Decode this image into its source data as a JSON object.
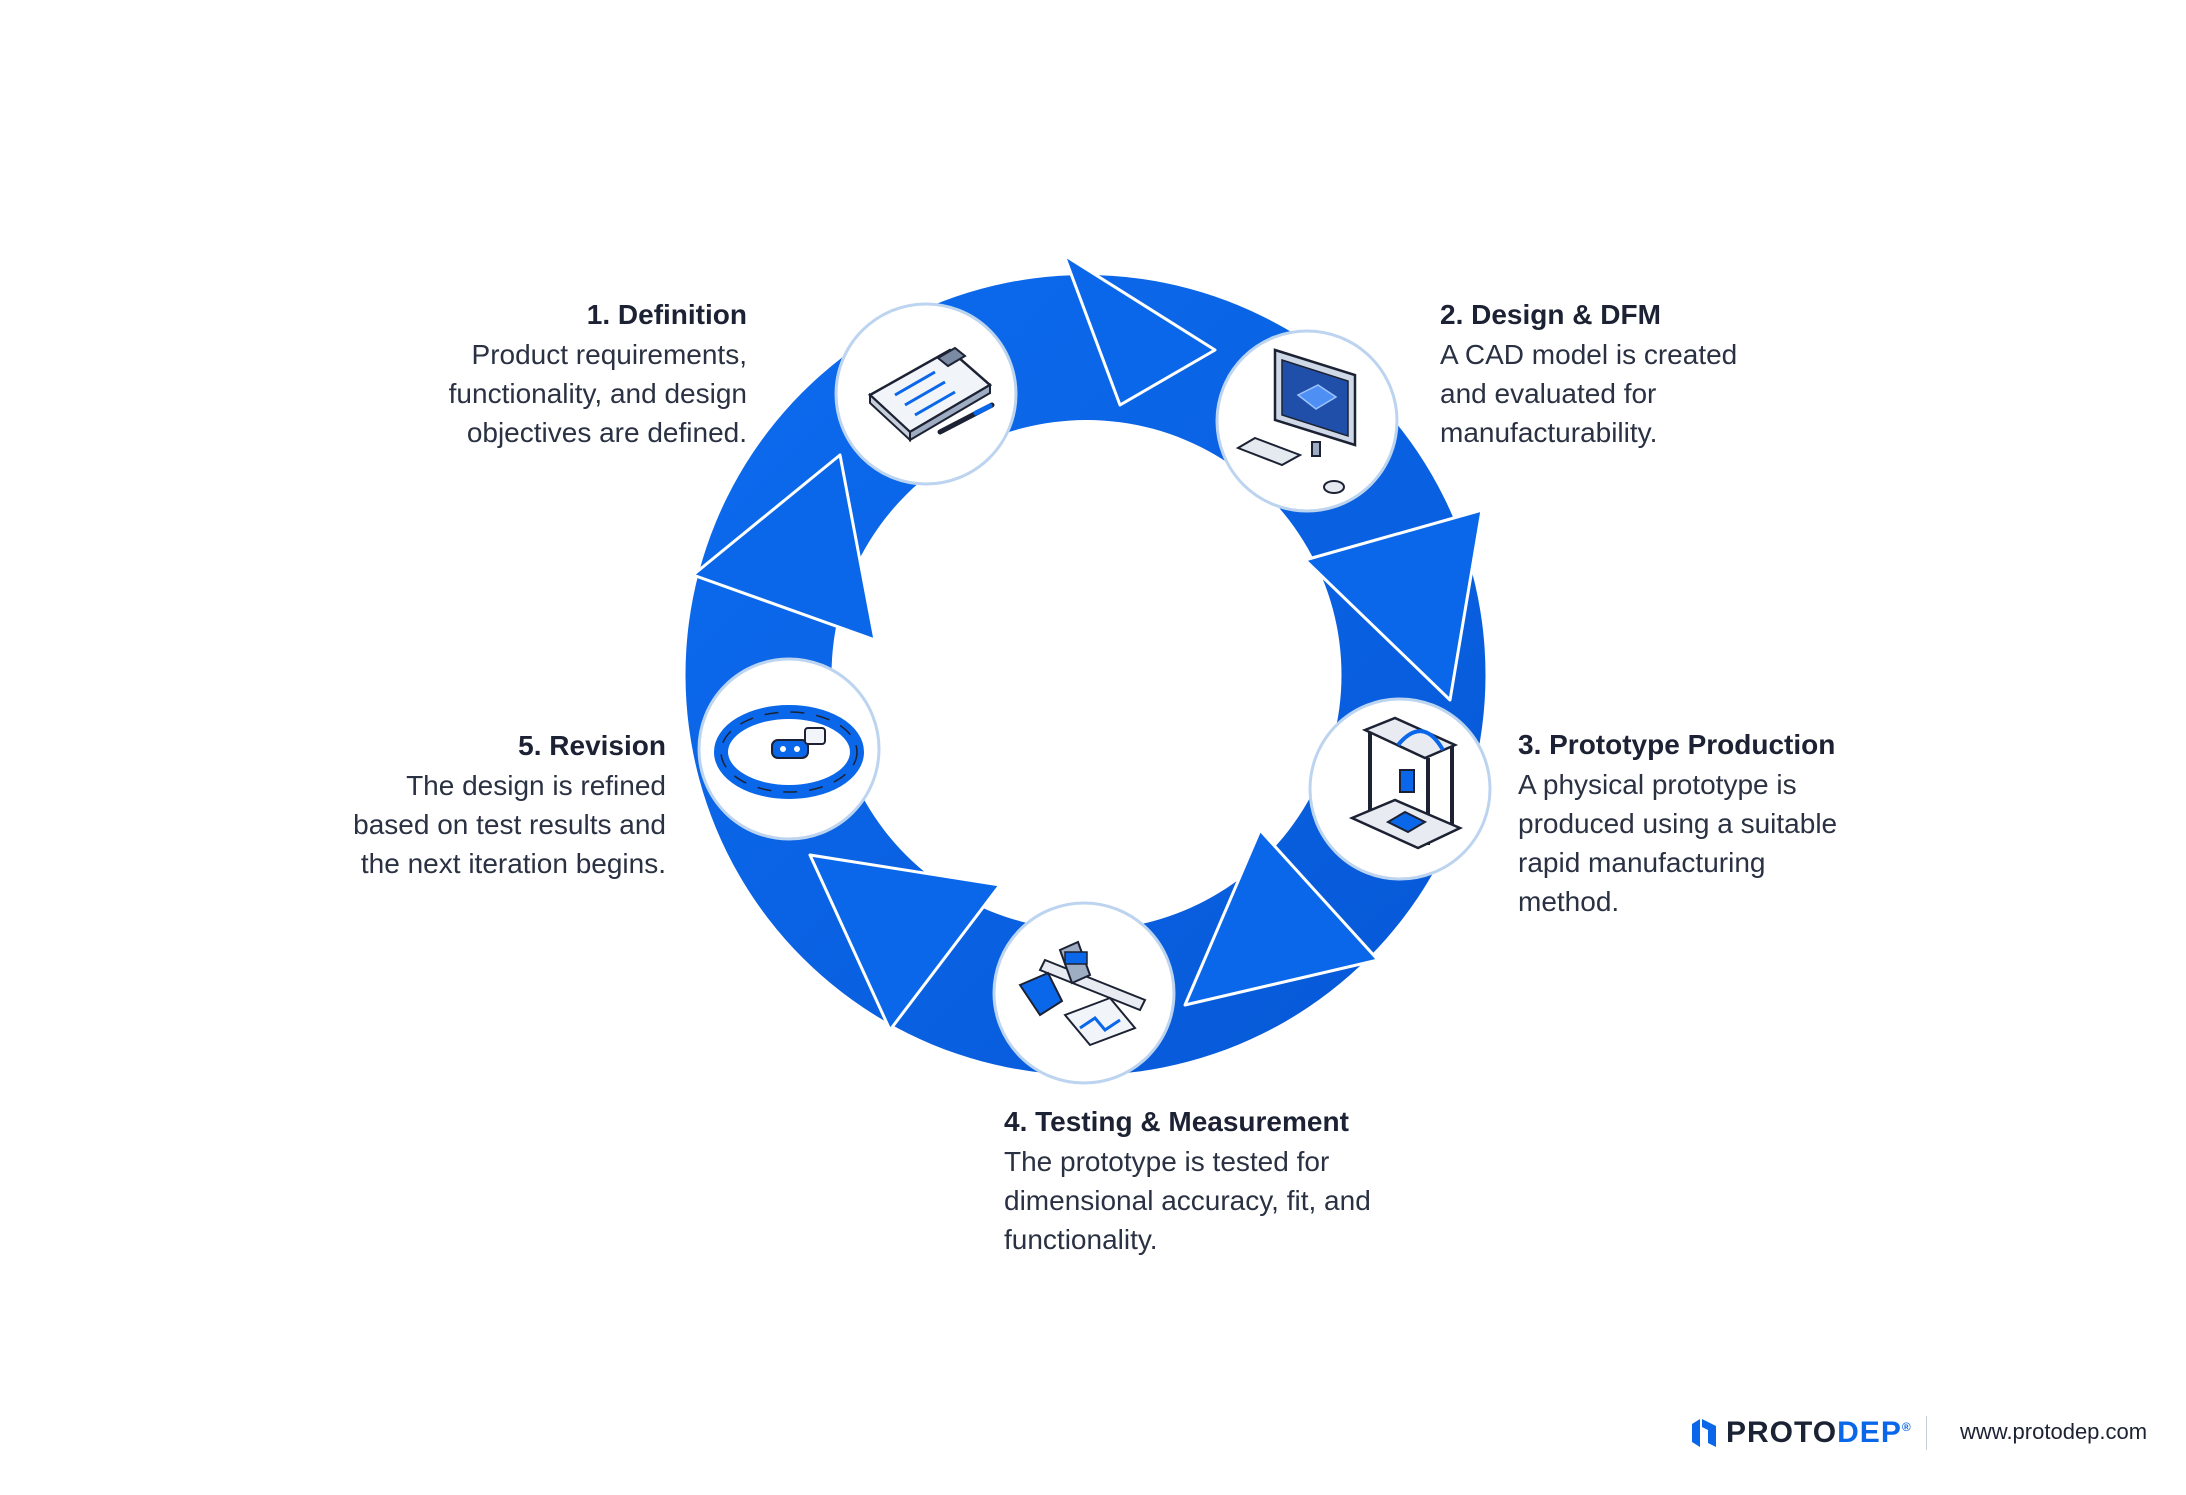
{
  "colors": {
    "arrow": "#0a67e9",
    "arrow_dark": "#0552c4",
    "circle_border": "#bcd4ef",
    "text": "#1c2233",
    "accent": "#0a67e9"
  },
  "steps": [
    {
      "title": "1. Definition",
      "desc": [
        "Product requirements,",
        "functionality, and design",
        "objectives are defined."
      ],
      "icon": "clipboard-checklist-icon"
    },
    {
      "title": "2. Design & DFM",
      "desc": [
        "A CAD model is created",
        "and evaluated for",
        "manufacturability."
      ],
      "icon": "computer-cad-icon"
    },
    {
      "title": "3. Prototype Production",
      "desc": [
        "A physical prototype is",
        "produced using a suitable",
        "rapid manufacturing",
        "method."
      ],
      "icon": "3d-printer-icon"
    },
    {
      "title": "4. Testing & Measurement",
      "desc": [
        "The prototype is tested for",
        "dimensional accuracy, fit, and",
        "functionality."
      ],
      "icon": "caliper-measurement-icon"
    },
    {
      "title": "5. Revision",
      "desc": [
        "The design is refined",
        "based on test results and",
        "the next iteration begins."
      ],
      "icon": "iteration-cycle-icon"
    }
  ],
  "footer": {
    "logo_main": "PROTO",
    "logo_accent": "DEP",
    "logo_mark": "®",
    "url": "www.protodep.com"
  }
}
